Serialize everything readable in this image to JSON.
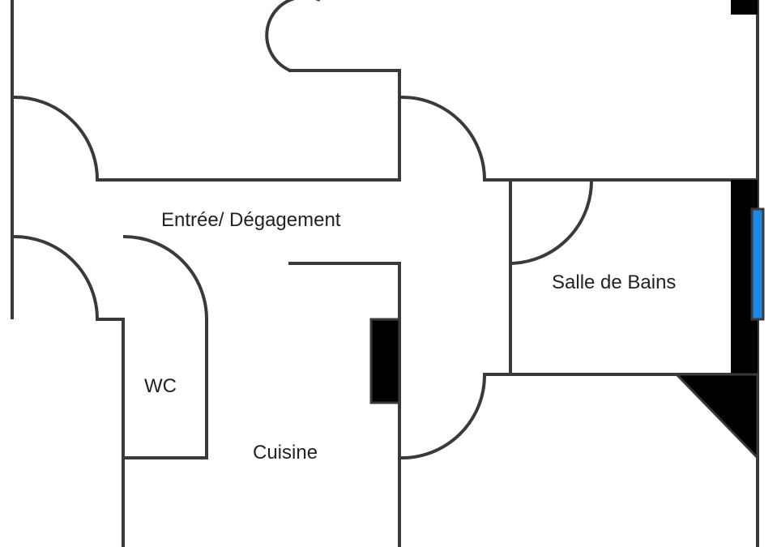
{
  "rooms": {
    "entree": "Entrée/ Dégagement",
    "salle_de_bains": "Salle de Bains",
    "wc": "WC",
    "cuisine": "Cuisine"
  },
  "colors": {
    "wall": "#3a3a3a",
    "fixture": "#000000",
    "window": "#1e88e5",
    "background": "#ffffff",
    "text": "#222222"
  }
}
